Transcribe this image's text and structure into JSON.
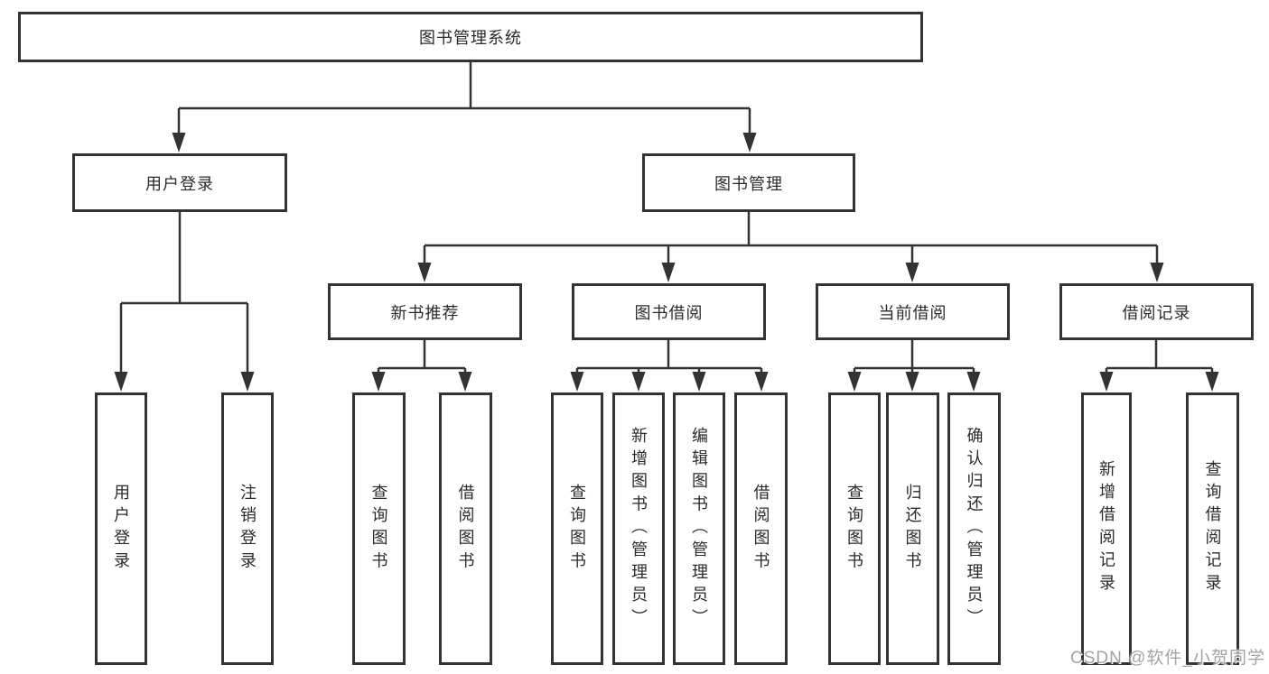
{
  "tree": {
    "root": {
      "label": "图书管理系统"
    },
    "children": [
      {
        "label": "用户登录",
        "children": [
          {
            "label": "用户登录"
          },
          {
            "label": "注销登录"
          }
        ]
      },
      {
        "label": "图书管理",
        "children": [
          {
            "label": "新书推荐",
            "children": [
              {
                "label": "查询图书"
              },
              {
                "label": "借阅图书"
              }
            ]
          },
          {
            "label": "图书借阅",
            "children": [
              {
                "label": "查询图书"
              },
              {
                "label": "新增图书（管理员）"
              },
              {
                "label": "编辑图书（管理员）"
              },
              {
                "label": "借阅图书"
              }
            ]
          },
          {
            "label": "当前借阅",
            "children": [
              {
                "label": "查询图书"
              },
              {
                "label": "归还图书"
              },
              {
                "label": "确认归还（管理员）"
              }
            ]
          },
          {
            "label": "借阅记录",
            "children": [
              {
                "label": "新增借阅记录"
              },
              {
                "label": "查询借阅记录"
              }
            ]
          }
        ]
      }
    ]
  },
  "watermark": {
    "text": "CSDN @软件_小贺同学"
  },
  "colors": {
    "line": "#333333",
    "box_border": "#333333",
    "text": "#2b2b2b",
    "watermark": "#a3a3a3",
    "background": "#ffffff"
  }
}
